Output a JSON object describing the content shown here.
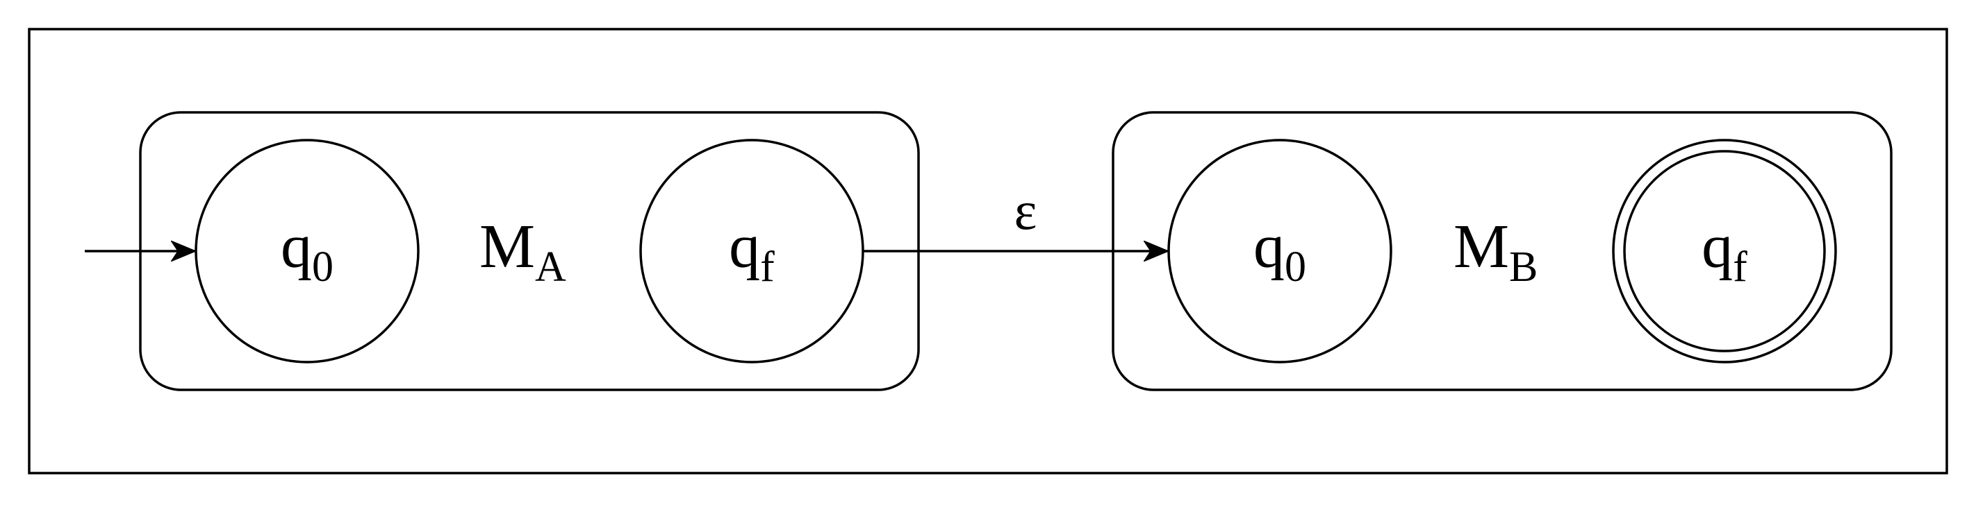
{
  "diagram": {
    "machines": [
      {
        "name_base": "M",
        "name_sub": "A",
        "states": [
          {
            "base": "q",
            "sub": "0",
            "initial": true,
            "accepting": false
          },
          {
            "base": "q",
            "sub": "f",
            "initial": false,
            "accepting": false
          }
        ]
      },
      {
        "name_base": "M",
        "name_sub": "B",
        "states": [
          {
            "base": "q",
            "sub": "0",
            "initial": false,
            "accepting": false
          },
          {
            "base": "q",
            "sub": "f",
            "initial": false,
            "accepting": true
          }
        ]
      }
    ],
    "transition": {
      "label": "ε",
      "from": "M_A.q_f",
      "to": "M_B.q_0"
    }
  }
}
